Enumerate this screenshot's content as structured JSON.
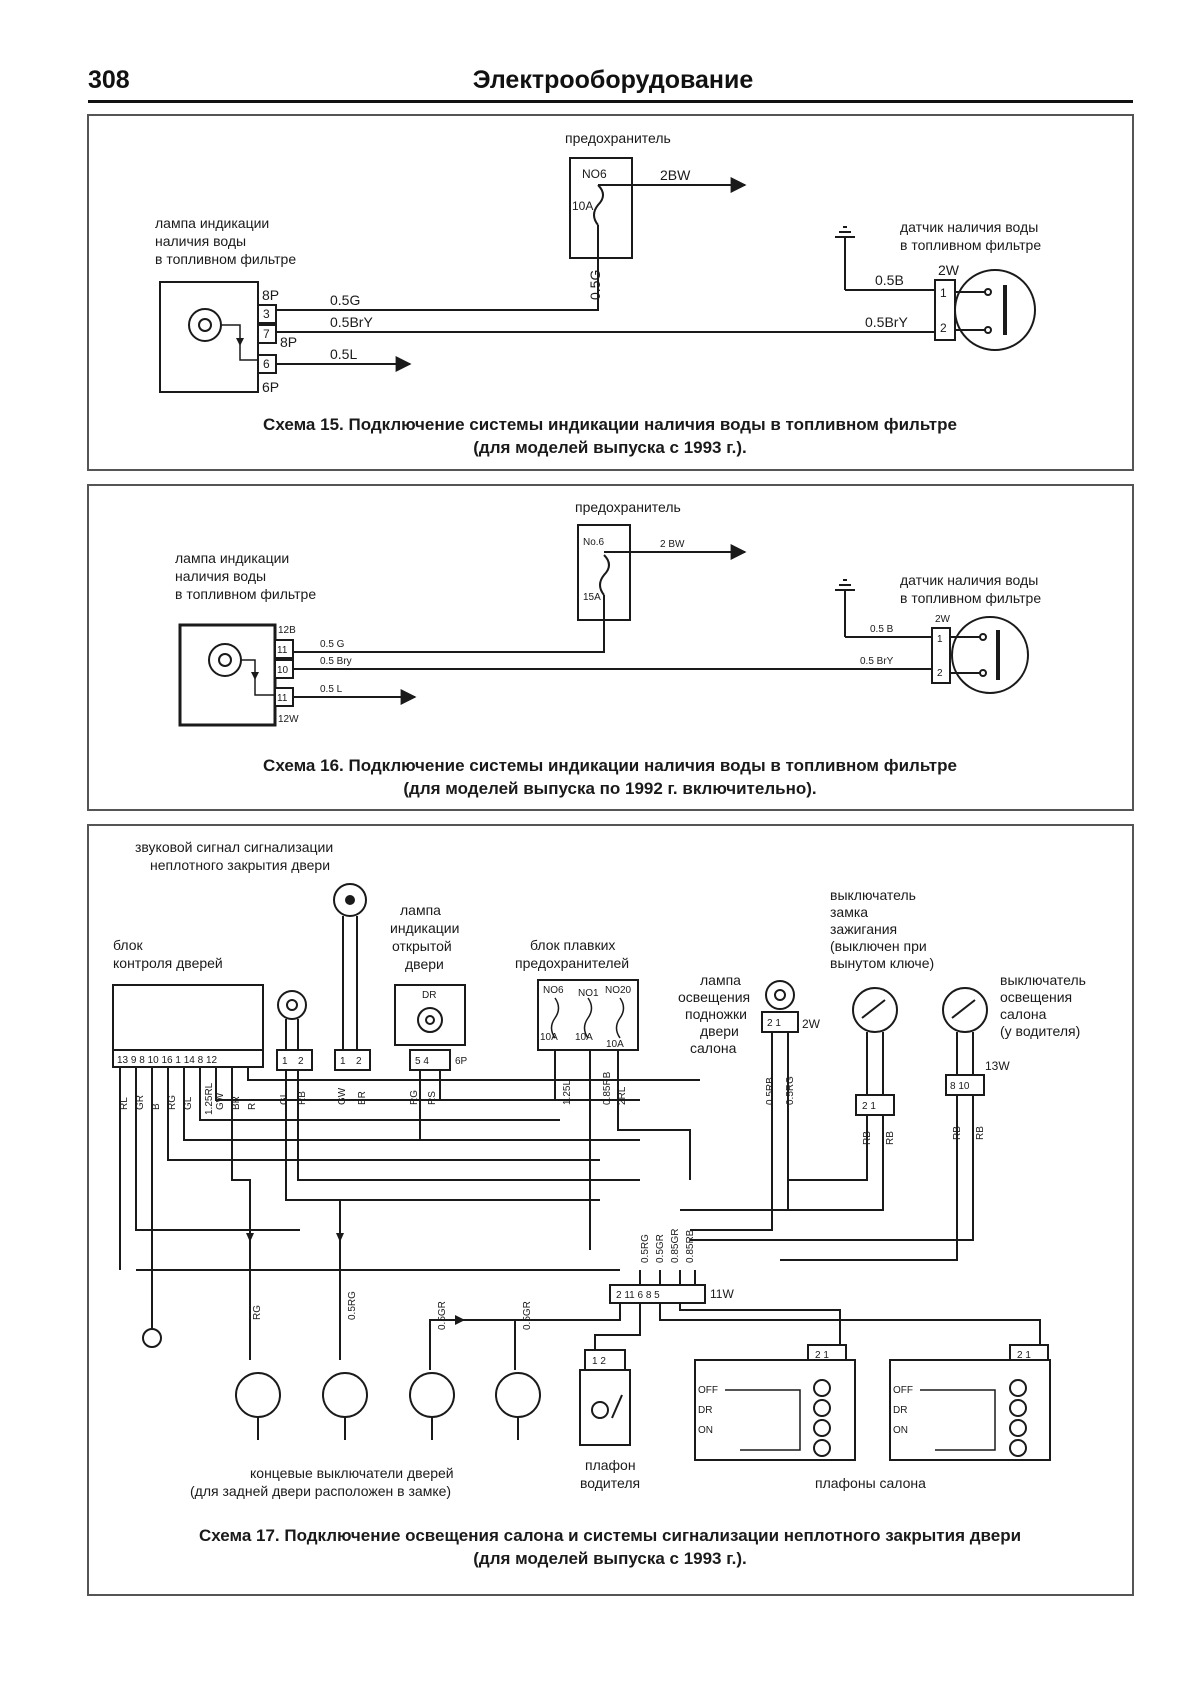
{
  "page": {
    "number": "308",
    "title": "Электрооборудование"
  },
  "scheme15": {
    "caption_line1": "Схема 15. Подключение системы индикации наличия воды в топливном фильтре",
    "caption_line2": "(для моделей выпуска с 1993 г.).",
    "fuse_label": "предохранитель",
    "fuse_no": "NO6",
    "fuse_rating": "10A",
    "fuse_out": "2BW",
    "fuse_wire": "0.5G",
    "lamp_label": [
      "лампа индикации",
      "наличия воды",
      "в топливном фильтре"
    ],
    "connector_top": "8P",
    "connector_mid": "8P",
    "connector_bottom": "6P",
    "pins": [
      "3",
      "7",
      "6"
    ],
    "wires": [
      "0.5G",
      "0.5BrY",
      "0.5L"
    ],
    "sensor_label": [
      "датчик наличия воды",
      "в топливном фильтре"
    ],
    "sensor_connector": "2W",
    "sensor_wires": [
      "0.5B",
      "0.5BrY"
    ],
    "sensor_pins": [
      "1",
      "2"
    ]
  },
  "scheme16": {
    "caption_line1": "Схема 16. Подключение системы индикации наличия воды в топливном фильтре",
    "caption_line2": "(для моделей выпуска по 1992 г. включительно).",
    "fuse_label": "предохранитель",
    "fuse_no": "No.6",
    "fuse_rating": "15A",
    "fuse_out": "2 BW",
    "lamp_label": [
      "лампа индикации",
      "наличия воды",
      "в топливном фильтре"
    ],
    "connector_top": "12B",
    "connector_bottom": "12W",
    "pins": [
      "11",
      "10",
      "11"
    ],
    "wires": [
      "0.5 G",
      "0.5 Bry",
      "0.5 L"
    ],
    "sensor_label": [
      "датчик наличия воды",
      "в топливном фильтре"
    ],
    "sensor_connector": "2W",
    "sensor_wires": [
      "0.5 B",
      "0.5 BrY"
    ],
    "sensor_pins": [
      "1",
      "2"
    ]
  },
  "scheme17": {
    "caption_line1": "Схема 17. Подключение освещения салона и системы сигнализации неплотного закрытия двери",
    "caption_line2": "(для моделей выпуска с 1993 г.).",
    "buzzer_label": [
      "звуковой сигнал сигнализации",
      "неплотного закрытия двери"
    ],
    "door_control_label": [
      "блок",
      "контроля дверей"
    ],
    "door_control_pins": "13 9 8 10 16 1 14 8 12",
    "door_control_wires": [
      "RL",
      "GR",
      "B",
      "RG",
      "GL",
      "1.25RL",
      "GW",
      "BR",
      "R"
    ],
    "small_conn_pins": [
      "1",
      "2"
    ],
    "small_conn_wires": [
      "GL",
      "RB"
    ],
    "buzzer_conn_wires": [
      "GW",
      "BR"
    ],
    "open_door_lamp_label": [
      "лампа",
      "индикации",
      "открытой",
      "двери"
    ],
    "open_door_lamp_tag": "DR",
    "open_door_lamp_pins": "5 4",
    "open_door_lamp_conn": "6P",
    "open_door_lamp_wires": [
      "RG",
      "RS"
    ],
    "fuse_block_label": [
      "блок плавких",
      "предохранителей"
    ],
    "fuse_block_nos": [
      "NO6",
      "NO1",
      "NO20"
    ],
    "fuse_block_ratings": [
      "10A",
      "10A",
      "10A"
    ],
    "fuse_block_wires": [
      "1.25L",
      "0.85RB",
      "2RL"
    ],
    "step_lamp_label": [
      "лампа",
      "освещения",
      "подножки",
      "двери",
      "салона"
    ],
    "step_lamp_pins": "2 1",
    "step_lamp_conn": "2W",
    "step_lamp_wires": [
      "0.5RB",
      "0.5RG"
    ],
    "ignition_switch_label": [
      "выключатель",
      "замка",
      "зажигания",
      "(выключен при",
      "вынутом ключе)"
    ],
    "ignition_switch_pins": "2 1",
    "ignition_switch_wires": [
      "RB",
      "RB"
    ],
    "dome_switch_label": [
      "выключатель",
      "освещения",
      "салона",
      "(у водителя)"
    ],
    "dome_switch_pins": "8 10",
    "dome_switch_conn": "13W",
    "dome_switch_wires": [
      "RB",
      "RB"
    ],
    "junction_wires": [
      "0.5RG",
      "0.5GR",
      "0.85GR",
      "0.85RB"
    ],
    "junction_pins": "2 11 6 8 5",
    "junction_conn": "11W",
    "door_switch_wires": [
      "RG",
      "0.5RG",
      "0.5GR",
      "0.5GR"
    ],
    "door_switches_label": [
      "концевые выключатели дверей",
      "(для задней двери расположен в замке)"
    ],
    "driver_lamp_label": [
      "плафон",
      "водителя"
    ],
    "driver_lamp_pins": "1 2",
    "cabin_lamps_label": "плафоны салона",
    "cabin_lamp_pins": "2 1",
    "cabin_lamp_modes": [
      "OFF",
      "DR",
      "ON"
    ]
  }
}
